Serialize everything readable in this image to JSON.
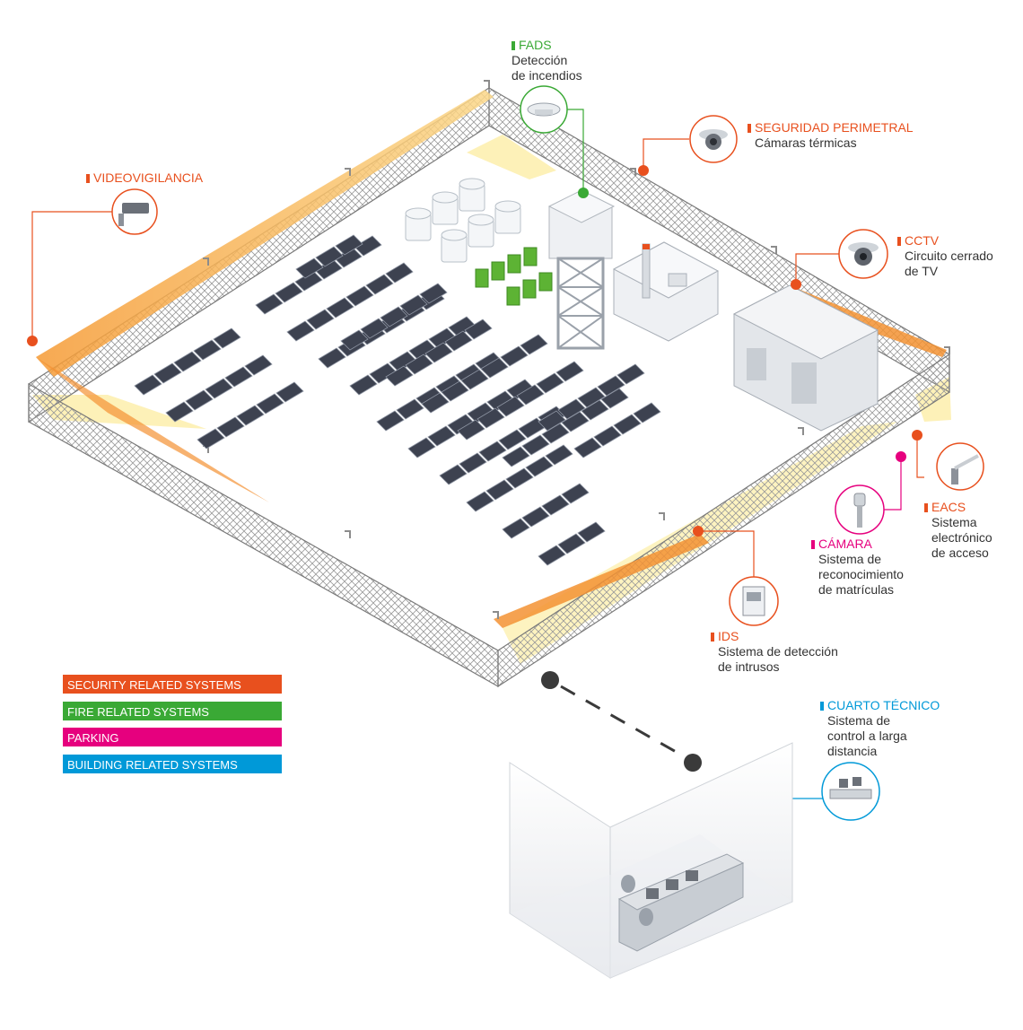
{
  "callouts": {
    "fads": {
      "title": "FADS",
      "lines": [
        "Detección",
        "de incendios"
      ]
    },
    "seguridad": {
      "title": "SEGURIDAD PERIMETRAL",
      "lines": [
        "Cámaras térmicas"
      ]
    },
    "videovigilancia": {
      "title": "VIDEOVIGILANCIA"
    },
    "cctv": {
      "title": "CCTV",
      "lines": [
        "Circuito cerrado",
        "de TV"
      ]
    },
    "eacs": {
      "title": "EACS",
      "lines": [
        "Sistema",
        "electrónico",
        "de acceso"
      ]
    },
    "camara": {
      "title": "CÁMARA",
      "lines": [
        "Sistema de",
        "reconocimiento",
        "de matrículas"
      ]
    },
    "ids": {
      "title": "IDS",
      "lines": [
        "Sistema de detección",
        "de intrusos"
      ]
    },
    "cuarto": {
      "title": "CUARTO TÉCNICO",
      "lines": [
        "Sistema de",
        "control a larga",
        "distancia"
      ]
    }
  },
  "legend": [
    {
      "label": "SECURITY RELATED SYSTEMS",
      "color": "#e8501e"
    },
    {
      "label": "FIRE RELATED SYSTEMS",
      "color": "#3aa935"
    },
    {
      "label": "PARKING",
      "color": "#e6007e"
    },
    {
      "label": "BUILDING RELATED SYSTEMS",
      "color": "#0099d8"
    }
  ],
  "colors": {
    "security": "#e8501e",
    "fire": "#3aa935",
    "parking": "#e6007e",
    "building": "#0099d8",
    "beam": "#f7d96a",
    "fence": "#8a8a8a",
    "panel": "#3d4250"
  },
  "icons": [
    "smoke-detector-icon",
    "dome-camera-icon",
    "surveillance-camera-icon",
    "cctv-dome-icon",
    "barrier-gate-icon",
    "license-plate-camera-icon",
    "intrusion-panel-icon",
    "control-room-icon"
  ]
}
